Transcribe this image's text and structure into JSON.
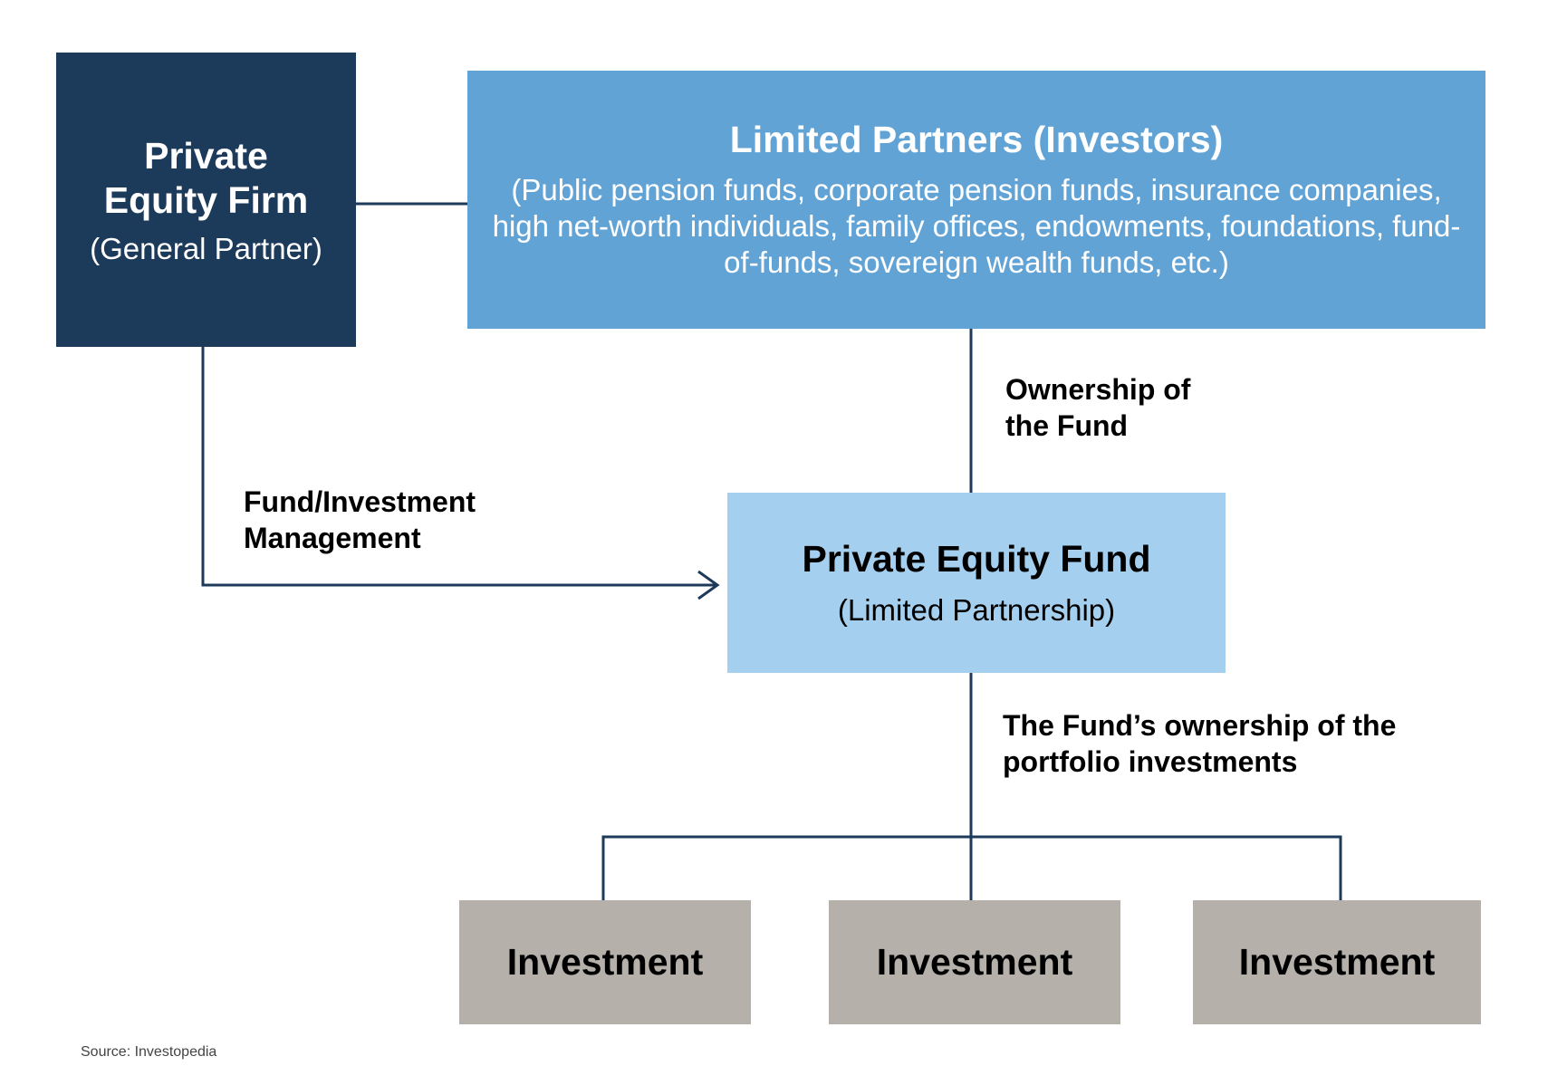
{
  "general_partner": {
    "title": "Private Equity Firm",
    "subtitle": "(General Partner)"
  },
  "limited_partners": {
    "title": "Limited Partners (Investors)",
    "subtitle": "(Public pension funds, corporate pension funds, insurance companies, high net-worth individuals, family offices, endowments, foundations, fund-of-funds, sovereign wealth funds, etc.)"
  },
  "fund": {
    "title": "Private Equity Fund",
    "subtitle": "(Limited Partnership)"
  },
  "investments": [
    "Investment",
    "Investment",
    "Investment"
  ],
  "edges": {
    "ownership_of_fund": "Ownership of the Fund",
    "management": "Fund/Investment Management",
    "portfolio_ownership": "The Fund’s ownership of the portfolio investments"
  },
  "source": "Source: Investopedia",
  "colors": {
    "general_partner": "#1c3a5a",
    "limited_partners": "#62a3d6",
    "fund": "#a5cfee",
    "investment": "#b6b0ab",
    "connector": "#1c3a5a"
  }
}
